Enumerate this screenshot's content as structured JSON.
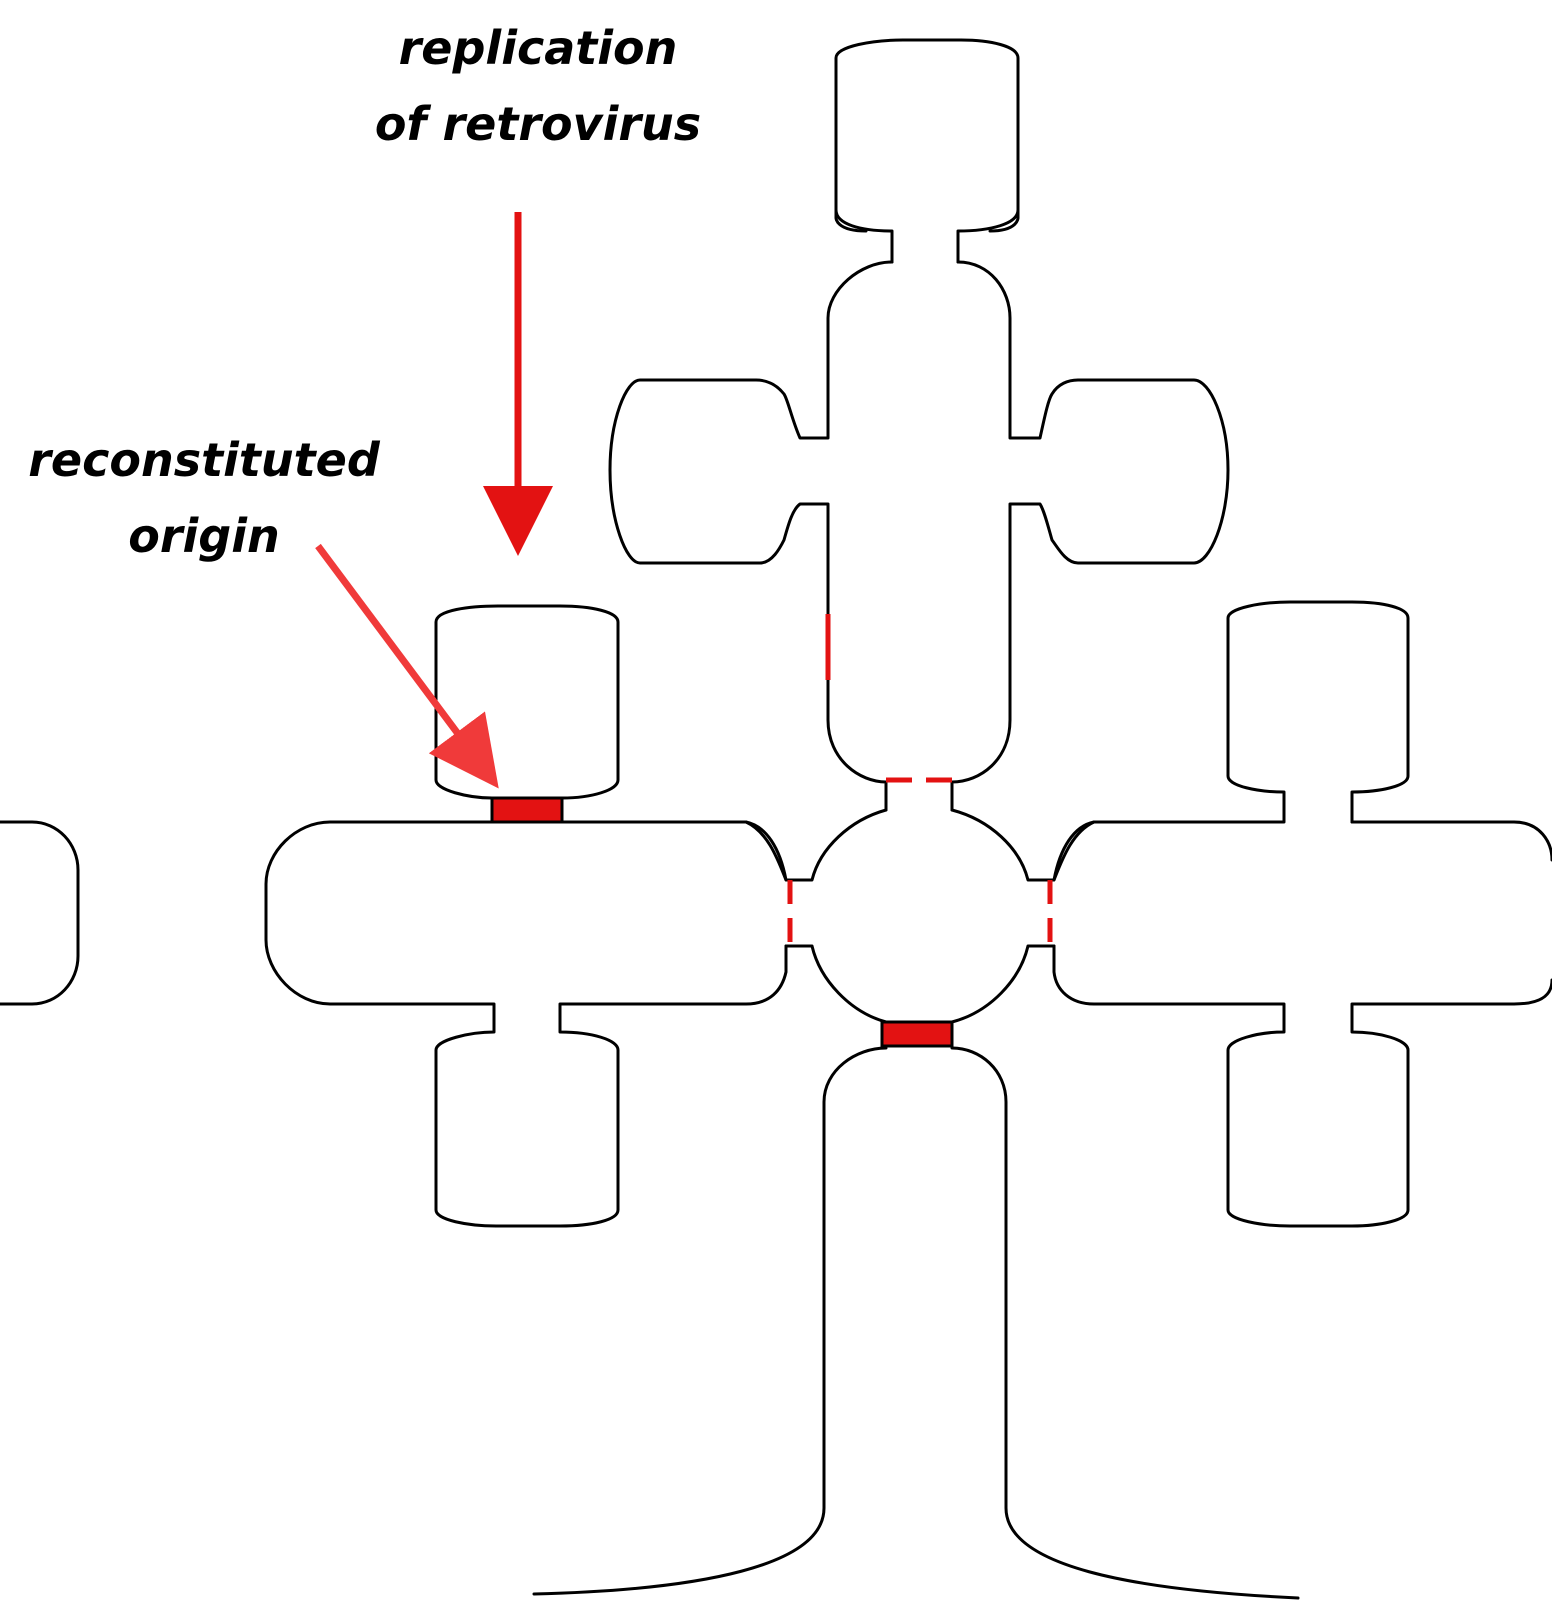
{
  "labels": {
    "replication_line1": "replication",
    "replication_line2": "of retrovirus",
    "origin_line1": "reconstituted",
    "origin_line2": "origin"
  },
  "colors": {
    "outline": "#000000",
    "marker": "#e31212",
    "arrow_replication": "#e31212",
    "arrow_origin": "#f03a3a",
    "background": "#ffffff"
  }
}
